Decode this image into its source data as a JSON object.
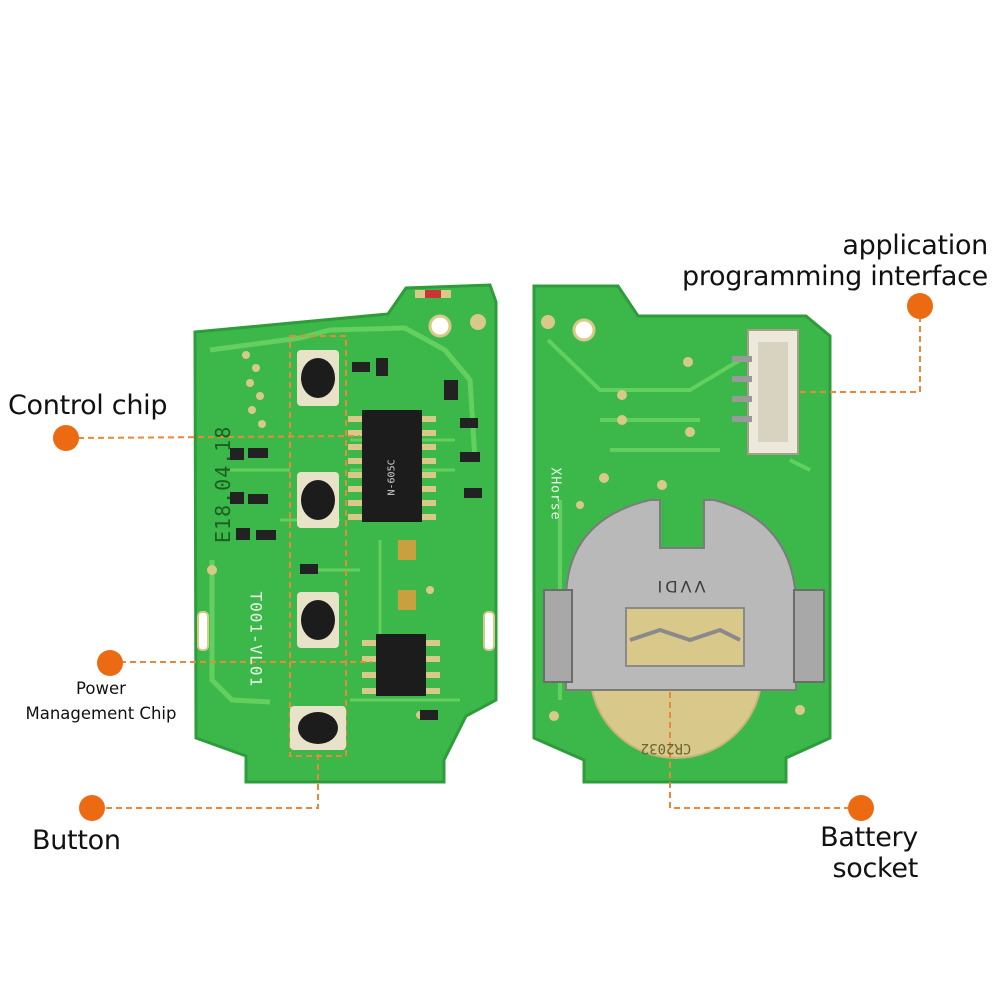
{
  "colors": {
    "pcb_green": "#3cb84a",
    "pcb_trace": "#62cf5e",
    "pcb_edge": "#2f9c3b",
    "pad_gold": "#d8c98a",
    "chip_black": "#1c1c1c",
    "metal": "#b9b9b9",
    "callout_orange": "#ec6a12",
    "callout_line": "#e8893a"
  },
  "callouts": {
    "control_chip": "Control chip",
    "power_chip_line1": "Power",
    "power_chip_line2": "Management Chip",
    "button": "Button",
    "api_line1": "application",
    "api_line2": "programming interface",
    "battery_line1": "Battery",
    "battery_line2": "socket"
  },
  "board_markings": {
    "date_code": "E18.04.18",
    "part_code": "T001-VL01",
    "chip_marking": "N-605C",
    "brand": "VVDI",
    "battery_type": "CR2032",
    "board_id": "XHorse"
  }
}
